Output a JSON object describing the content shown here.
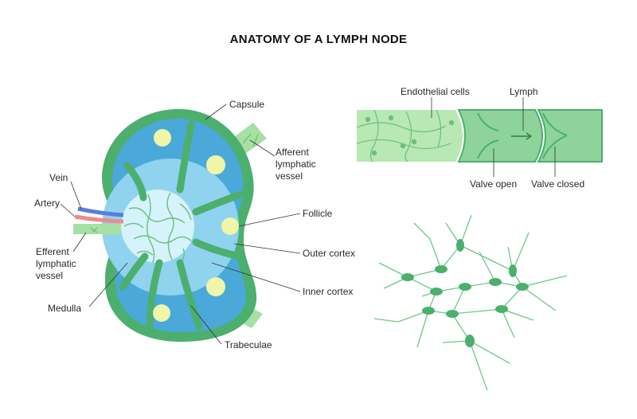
{
  "title": "ANATOMY OF A LYMPH NODE",
  "labels": {
    "capsule": "Capsule",
    "afferent_1": "Afferent",
    "afferent_2": "lymphatic",
    "afferent_3": "vessel",
    "vein": "Vein",
    "artery": "Artery",
    "efferent_1": "Efferent",
    "efferent_2": "lymphatic",
    "efferent_3": "vessel",
    "follicle": "Follicle",
    "outer_cortex": "Outer cortex",
    "inner_cortex": "Inner cortex",
    "medulla": "Medulla",
    "trabeculae": "Trabeculae",
    "endothelial_cells": "Endothelial cells",
    "lymph": "Lymph",
    "valve_open": "Valve open",
    "valve_closed": "Valve closed"
  },
  "colors": {
    "capsule_green": "#4caf6e",
    "outer_cortex_blue": "#4aa9d8",
    "inner_cortex_blue": "#8fd3ef",
    "medulla_blue": "#d4f3fa",
    "follicle_yellow": "#f1f5a8",
    "vessel_green": "#a6e0a3",
    "vein_blue": "#5a7be0",
    "artery_red": "#f08a8a",
    "dendritic_green": "#6cc98a"
  }
}
